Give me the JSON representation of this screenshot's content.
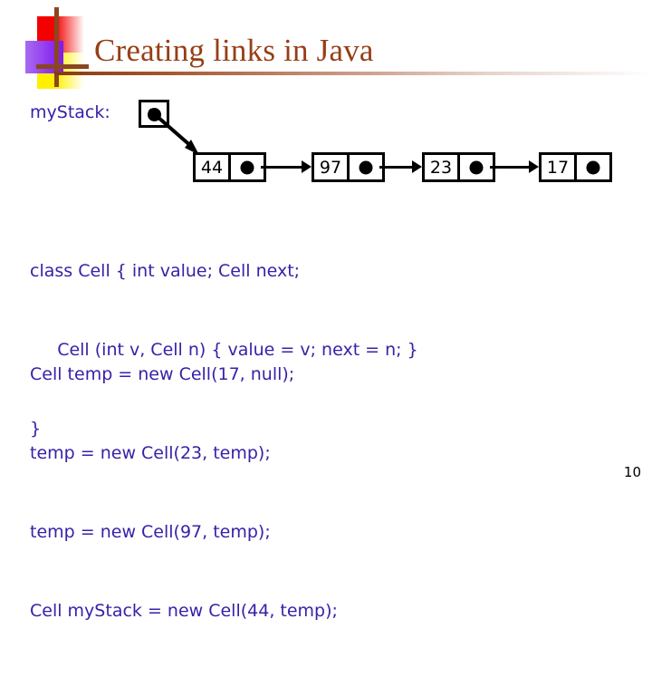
{
  "slide": {
    "title": "Creating links in Java",
    "page_number": "10",
    "accent_color": "#963f15",
    "code_color": "#3a20a8"
  },
  "logo": {
    "red_color": "#f30000",
    "yellow_color": "#fff000",
    "purple_color": "#8b2ef0",
    "bar_color": "#8a4620"
  },
  "diagram": {
    "variable_label": "myStack:",
    "cells": [
      {
        "value": "44"
      },
      {
        "value": "97"
      },
      {
        "value": "23"
      },
      {
        "value": "17"
      }
    ]
  },
  "code_class": {
    "lines": [
      "class Cell { int value; Cell next;",
      "     Cell (int v, Cell n) { value = v; next = n; }",
      "}"
    ]
  },
  "code_main": {
    "lines": [
      "Cell temp = new Cell(17, null);",
      "temp = new Cell(23, temp);",
      "temp = new Cell(97, temp);",
      "Cell myStack = new Cell(44, temp);"
    ]
  }
}
